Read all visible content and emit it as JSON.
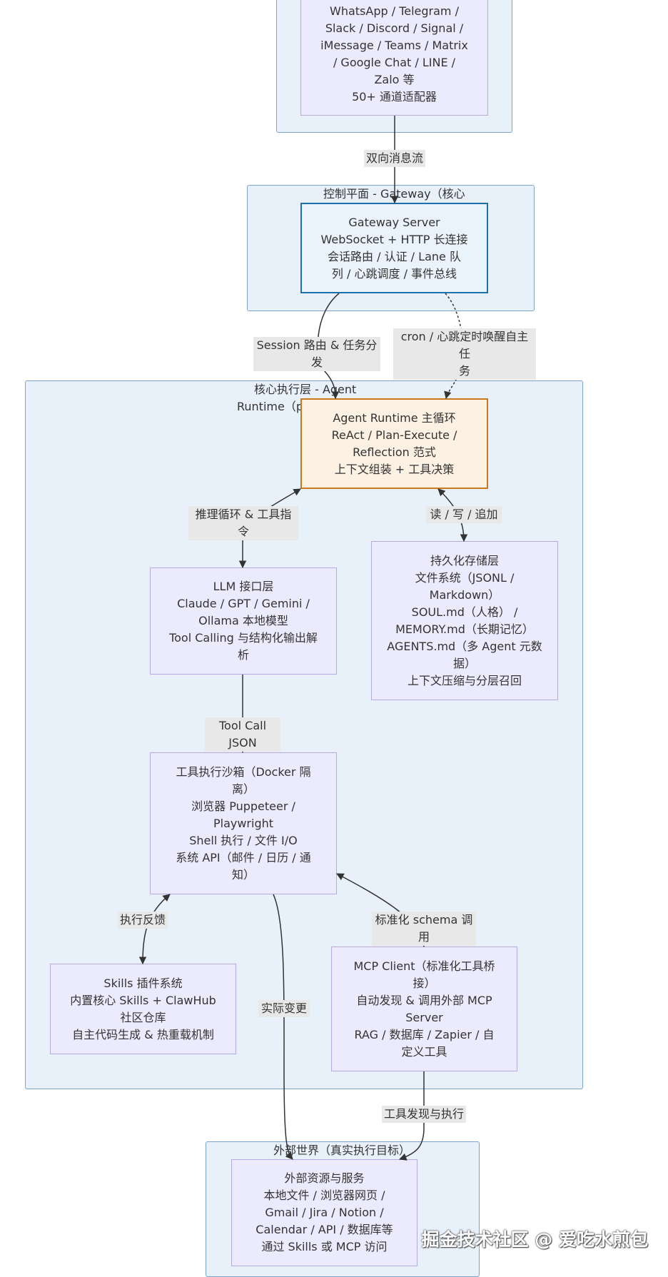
{
  "clusters": {
    "channels": {
      "title": ""
    },
    "gateway": {
      "title": "控制平面 - Gateway（核心"
    },
    "agent": {
      "title_line1": "核心执行层 - Agent",
      "title_line2": "Runtime（pi"
    },
    "external": {
      "title": "外部世界（真实执行目标）"
    }
  },
  "nodes": {
    "channels": [
      "WhatsApp / Telegram /",
      "Slack / Discord / Signal /",
      "iMessage / Teams / Matrix",
      "/ Google Chat / LINE /",
      "Zalo 等",
      "50+ 通道适配器"
    ],
    "gateway_server": [
      "Gateway Server",
      "WebSocket + HTTP 长连接",
      "会话路由 / 认证 / Lane 队",
      "列 / 心跳调度 / 事件总线"
    ],
    "agent_runtime": [
      "Agent Runtime 主循环",
      "ReAct / Plan-Execute /",
      "Reflection 范式",
      "上下文组装 + 工具决策"
    ],
    "llm": [
      "LLM 接口层",
      "Claude / GPT / Gemini /",
      "Ollama 本地模型",
      "Tool Calling 与结构化输出解",
      "析"
    ],
    "storage": [
      "持久化存储层",
      "文件系统（JSONL /",
      "Markdown）",
      "SOUL.md（人格） /",
      "MEMORY.md（长期记忆）",
      "AGENTS.md（多 Agent 元数",
      "据）",
      "上下文压缩与分层召回"
    ],
    "sandbox": [
      "工具执行沙箱（Docker 隔",
      "离）",
      "浏览器 Puppeteer /",
      "Playwright",
      "Shell 执行 / 文件 I/O",
      "系统 API（邮件 / 日历 / 通",
      "知）"
    ],
    "skills": [
      "Skills 插件系统",
      "内置核心 Skills + ClawHub",
      "社区仓库",
      "自主代码生成 & 热重载机制"
    ],
    "mcp": [
      "MCP Client（标准化工具桥",
      "接）",
      "自动发现 & 调用外部 MCP",
      "Server",
      "RAG / 数据库 / Zapier / 自",
      "定义工具"
    ],
    "external": [
      "外部资源与服务",
      "本地文件 / 浏览器网页 /",
      "Gmail / Jira / Notion /",
      "Calendar / API / 数据库等",
      "通过 Skills 或 MCP 访问"
    ]
  },
  "edges": {
    "bidirectional": "双向消息流",
    "session_routing": "Session 路由 & 任务分发",
    "cron_line1": "cron / 心跳定时唤醒自主任",
    "cron_line2": "务",
    "reasoning": "推理循环 & 工具指令",
    "rw": "读 / 写 / 追加",
    "tool_call": "Tool Call JSON",
    "exec_feedback": "执行反馈",
    "schema_call": "标准化 schema 调用",
    "actual_change": "实际变更",
    "tool_discovery": "工具发现与执行"
  },
  "watermark": "掘金技术社区 @ 爱吃水煎包",
  "colors": {
    "cluster_fill": "#e8f1fa",
    "cluster_border": "#7ba3cd",
    "node_fill": "#ecebfd",
    "node_border": "#b6a9e2",
    "gateway_border": "#1f6fa8",
    "runtime_border": "#c9781b",
    "runtime_fill": "#fdf1e3",
    "edge_color": "#333333",
    "edge_label_bg": "#e8e8e8"
  }
}
